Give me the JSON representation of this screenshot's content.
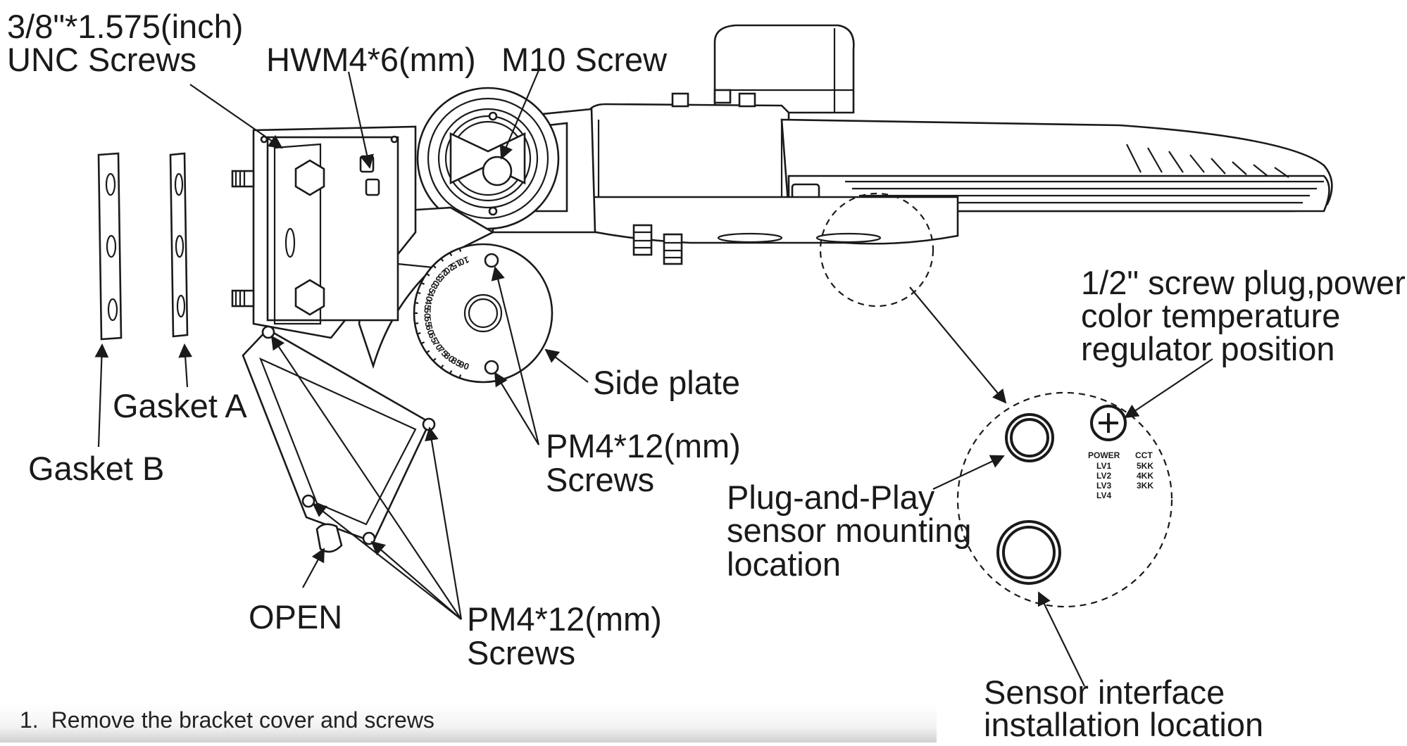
{
  "labels": {
    "unc_line1": "3/8\"*1.575(inch)",
    "unc_line2": "UNC Screws",
    "hwm": "HWM4*6(mm)",
    "m10": "M10 Screw",
    "gasket_a": "Gasket A",
    "gasket_b": "Gasket B",
    "side_plate": "Side plate",
    "pm_side_line1": "PM4*12(mm)",
    "pm_side_line2": "Screws",
    "pm_cover_line1": "PM4*12(mm)",
    "pm_cover_line2": "Screws",
    "open": "OPEN",
    "plug_line1": "1/2\" screw plug,power",
    "plug_line2": "color temperature",
    "plug_line3": "regulator position",
    "pnp_line1": "Plug-and-Play",
    "pnp_line2": "sensor mounting",
    "pnp_line3": "location",
    "si_line1": "Sensor interface",
    "si_line2": "installation location"
  },
  "regulator_table": {
    "power_header": "POWER",
    "cct_header": "CCT",
    "power": [
      "LV1",
      "LV2",
      "LV3",
      "LV4"
    ],
    "cct": [
      "5KK",
      "4KK",
      "3KK"
    ]
  },
  "dial_ticks": [
    "90",
    "85",
    "80",
    "75",
    "70",
    "65",
    "60",
    "55",
    "50",
    "45",
    "40",
    "35",
    "30",
    "25",
    "20",
    "15",
    "10"
  ],
  "step": {
    "number": "1.",
    "text": "Remove the bracket cover and screws"
  }
}
